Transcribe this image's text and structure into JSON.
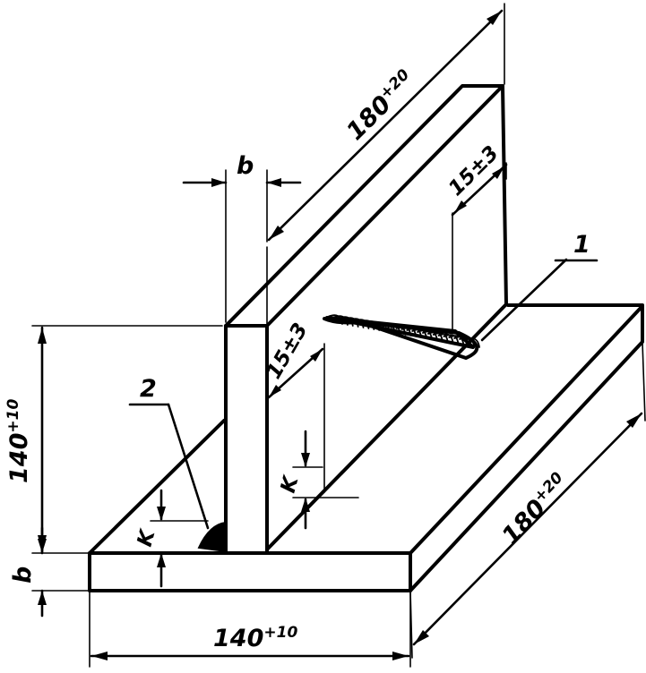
{
  "labels": {
    "leader_1": "1",
    "leader_2": "2",
    "b_top": "b",
    "b_side": "b",
    "k_left": "K",
    "k_right": "K",
    "height_main": "140",
    "height_tol": "+10",
    "base_width_main": "140",
    "base_width_tol": "+10",
    "top_length_main": "180",
    "top_length_tol": "+20",
    "base_length_main": "180",
    "base_length_tol": "+20",
    "weld_offset_top": "15±3",
    "weld_offset_mid": "15±3"
  }
}
